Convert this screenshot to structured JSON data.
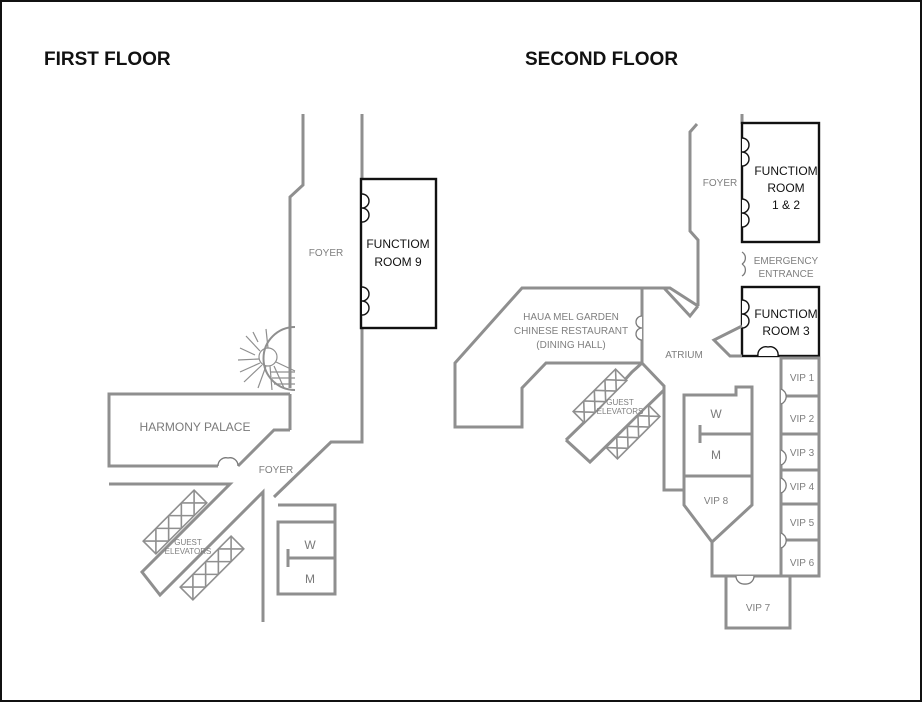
{
  "first_floor": {
    "title": "FIRST FLOOR",
    "foyer_upper": "FOYER",
    "foyer_lower": "FOYER",
    "function_room_9": [
      "FUNCTIOM",
      "ROOM 9"
    ],
    "harmony_palace": "HARMONY PALACE",
    "guest_elevators": [
      "GUEST",
      "ELEVATORS"
    ],
    "restroom_w": "W",
    "restroom_m": "M"
  },
  "second_floor": {
    "title": "SECOND FLOOR",
    "foyer": "FOYER",
    "function_room_1_2": [
      "FUNCTIOM",
      "ROOM",
      "1 & 2"
    ],
    "emergency_entrance": [
      "EMERGENCY",
      "ENTRANCE"
    ],
    "function_room_3": [
      "FUNCTIOM",
      "ROOM 3"
    ],
    "restaurant": [
      "HAUA MEL GARDEN",
      "CHINESE RESTAURANT",
      "(DINING HALL)"
    ],
    "atrium": "ATRIUM",
    "guest_elevators": [
      "GUEST",
      "ELEVATORS"
    ],
    "restroom_w": "W",
    "restroom_m": "M",
    "vip_rooms": [
      "VIP 1",
      "VIP 2",
      "VIP 3",
      "VIP 4",
      "VIP 5",
      "VIP 6",
      "VIP 7",
      "VIP 8"
    ]
  },
  "colors": {
    "wall": "#8f8f8f",
    "highlight": "#111111",
    "label": "#7f7f7f"
  }
}
